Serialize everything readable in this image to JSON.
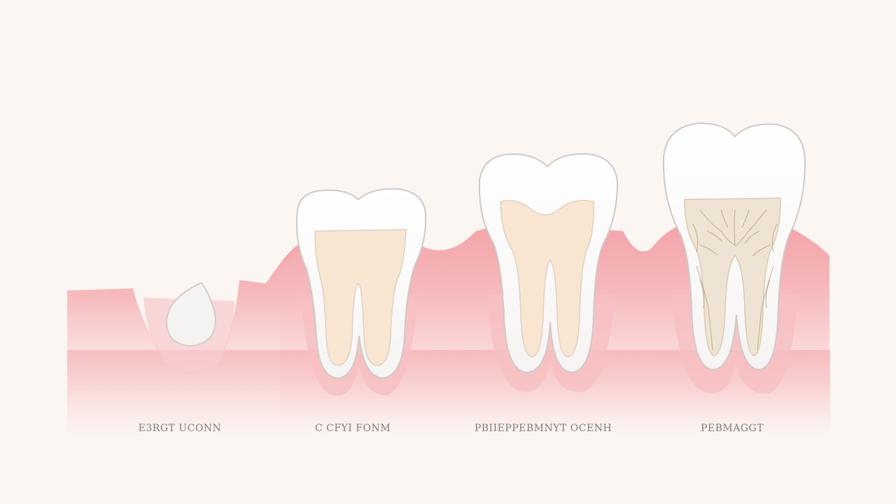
{
  "stages": [
    {
      "label": "E3RGT UCONN"
    },
    {
      "label": "C CFYI FONM"
    },
    {
      "label": "PBIIEPPEBMNYT OCENH"
    },
    {
      "label": "PEBMAGGT"
    }
  ],
  "colors": {
    "background": "#fbf6f2",
    "gum": "#f4a9ad",
    "gum_light": "#fbe3e2",
    "enamel": "#ffffff",
    "dentin": "#f8e6d3",
    "pulp_detail": "#b8a27a",
    "outline": "#c9c3c0"
  }
}
